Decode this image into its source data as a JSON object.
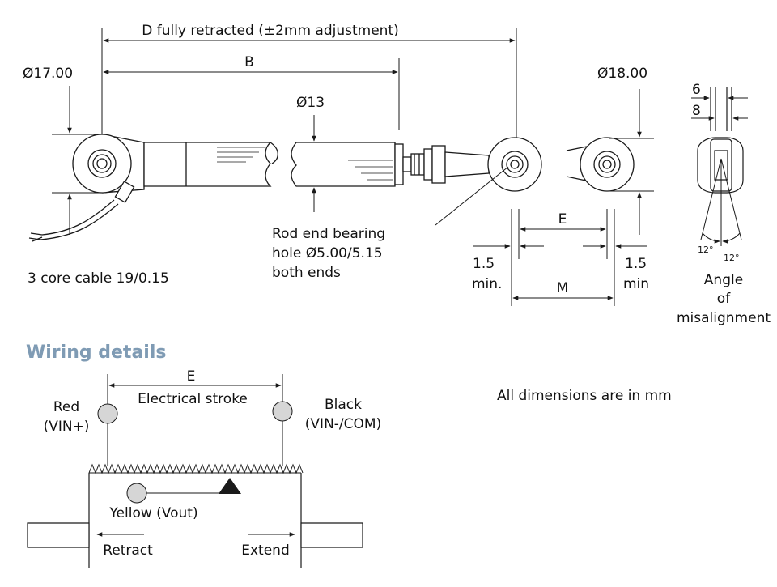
{
  "colors": {
    "line": "#1a1a1a",
    "heading": "#7f9bb4",
    "terminal_fill": "#d6d6d6",
    "rod_fill": "#ffffff"
  },
  "drawing": {
    "dim_d": "D fully retracted (±2mm adjustment)",
    "dim_b": "B",
    "dia_17": "Ø17.00",
    "dia_13": "Ø13",
    "dia_18": "Ø18.00",
    "dim_6": "6",
    "dim_8": "8",
    "dim_e": "E",
    "dim_m": "M",
    "dim_15_left": "1.5",
    "dim_15_left_unit": "min.",
    "dim_15_right": "1.5",
    "dim_15_right_unit": "min",
    "angle_left": "12°",
    "angle_right": "12°",
    "angle_caption_1": "Angle",
    "angle_caption_2": "of",
    "angle_caption_3": "misalignment",
    "bearing_note_1": "Rod end bearing",
    "bearing_note_2": "hole Ø5.00/5.15",
    "bearing_note_3": "both ends",
    "cable_note": "3 core cable 19/0.15"
  },
  "wiring": {
    "title": "Wiring details",
    "dim_e": "E",
    "stroke_label": "Electrical stroke",
    "red_label_1": "Red",
    "red_label_2": "(VIN+)",
    "black_label_1": "Black",
    "black_label_2": "(VIN-/COM)",
    "yellow_label": "Yellow (Vout)",
    "retract_label": "Retract",
    "extend_label": "Extend",
    "units_note": "All dimensions are in mm"
  }
}
